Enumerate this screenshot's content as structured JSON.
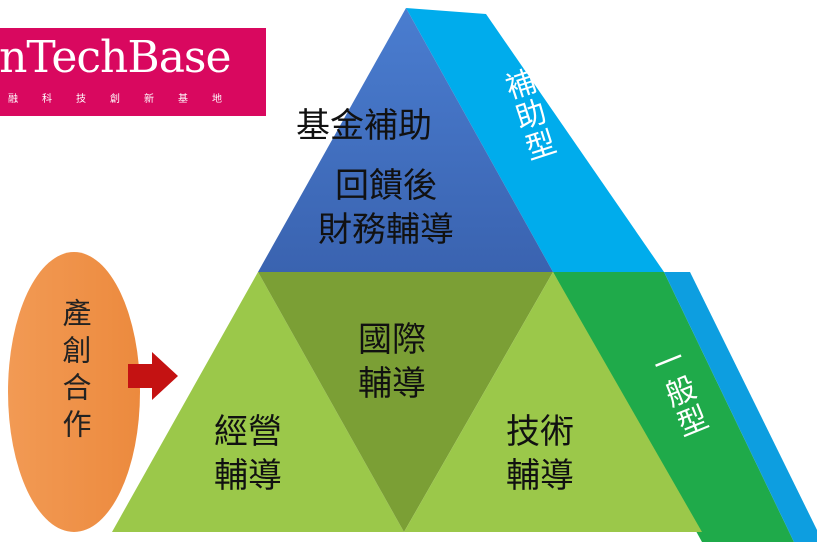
{
  "logo": {
    "title": "inTechBase",
    "subtitle": "融科技創新基地"
  },
  "pyramid": {
    "top": {
      "line1": "基金補助",
      "line2": "回饋後",
      "line3": "財務輔導"
    },
    "middle": {
      "line1": "國際",
      "line2": "輔導"
    },
    "left": {
      "line1": "經營",
      "line2": "輔導"
    },
    "right": {
      "line1": "技術",
      "line2": "輔導"
    }
  },
  "side": {
    "upper_label": "補助型",
    "lower_label": "一般型"
  },
  "source": {
    "label": "產創合作"
  },
  "colors": {
    "logo_bg": "#d9085f",
    "top_block": "#3f6ec1",
    "side_upper": "#00acec",
    "side_lower": "#1faa4a",
    "green_light": "#9bc84a",
    "green_dark": "#7b9f35",
    "oval": "#f0924a",
    "arrow": "#c41212"
  }
}
